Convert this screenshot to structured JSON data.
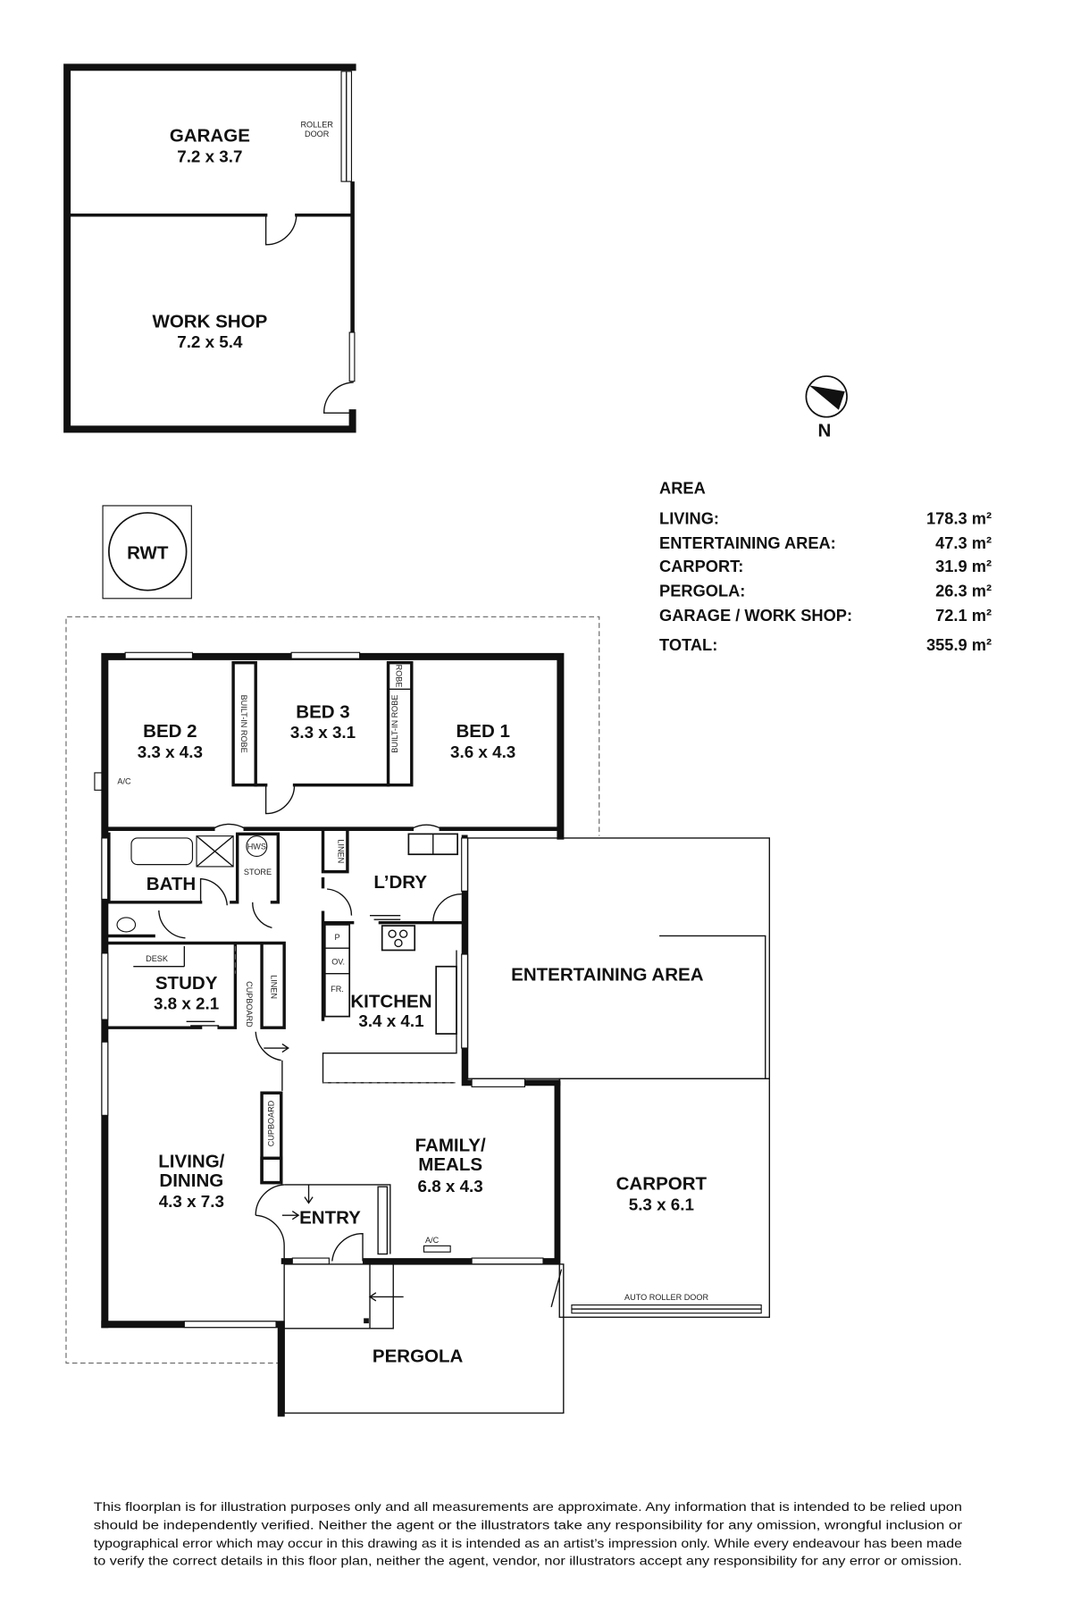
{
  "rooms": {
    "garage": {
      "name": "GARAGE",
      "dims": "7.2 x 3.7"
    },
    "workshop": {
      "name": "WORK SHOP",
      "dims": "7.2 x 5.4"
    },
    "roller_door": [
      "ROLLER",
      "DOOR"
    ],
    "bed2": {
      "name": "BED 2",
      "dims": "3.3 x 4.3"
    },
    "bed3": {
      "name": "BED 3",
      "dims": "3.3 x 3.1"
    },
    "bed1": {
      "name": "BED 1",
      "dims": "3.6 x 4.3"
    },
    "built_in_robe": "BUILT-IN ROBE",
    "robe": "ROBE",
    "ac": "A/C",
    "bath": "BATH",
    "hws": "HWS",
    "store": "STORE",
    "linen": "LINEN",
    "laundry": "L’DRY",
    "desk": "DESK",
    "study": {
      "name": "STUDY",
      "dims": "3.8 x 2.1"
    },
    "cupboard": "CUPBOARD",
    "pantry": "P",
    "oven": "OV.",
    "fridge": "FR.",
    "kitchen": {
      "name": "KITCHEN",
      "dims": "3.4 x 4.1"
    },
    "entertaining": {
      "name": "ENTERTAINING AREA"
    },
    "living": {
      "name1": "LIVING/",
      "name2": "DINING",
      "dims": "4.3 x 7.3"
    },
    "family": {
      "name1": "FAMILY/",
      "name2": "MEALS",
      "dims": "6.8 x 4.3"
    },
    "entry": "ENTRY",
    "carport": {
      "name": "CARPORT",
      "dims": "5.3 x 6.1"
    },
    "auto_roller_door": "AUTO ROLLER DOOR",
    "pergola": "PERGOLA",
    "rwt": "RWT"
  },
  "compass": {
    "label": "N"
  },
  "area": {
    "title": "AREA",
    "rows": [
      {
        "label": "LIVING:",
        "value": "178.3 m²"
      },
      {
        "label": "ENTERTAINING AREA:",
        "value": "47.3 m²"
      },
      {
        "label": "CARPORT:",
        "value": "31.9 m²"
      },
      {
        "label": "PERGOLA:",
        "value": "26.3 m²"
      },
      {
        "label": "GARAGE / WORK SHOP:",
        "value": "72.1 m²"
      }
    ],
    "total": {
      "label": "TOTAL:",
      "value": "355.9 m²"
    }
  },
  "disclaimer": [
    "This floorplan is for illustration purposes only and all measurements are approximate. Any information that is intended to be relied upon",
    "should be independently verified. Neither the agent or the illustrators take any responsibility for any omission, wrongful inclusion or",
    "typographical error which may occur in this drawing as it is intended as an artist’s impression only. While every endeavour has been made",
    "to verify the correct details in this floor plan, neither the agent, vendor, nor illustrators accept any responsibility for any error or omission."
  ]
}
